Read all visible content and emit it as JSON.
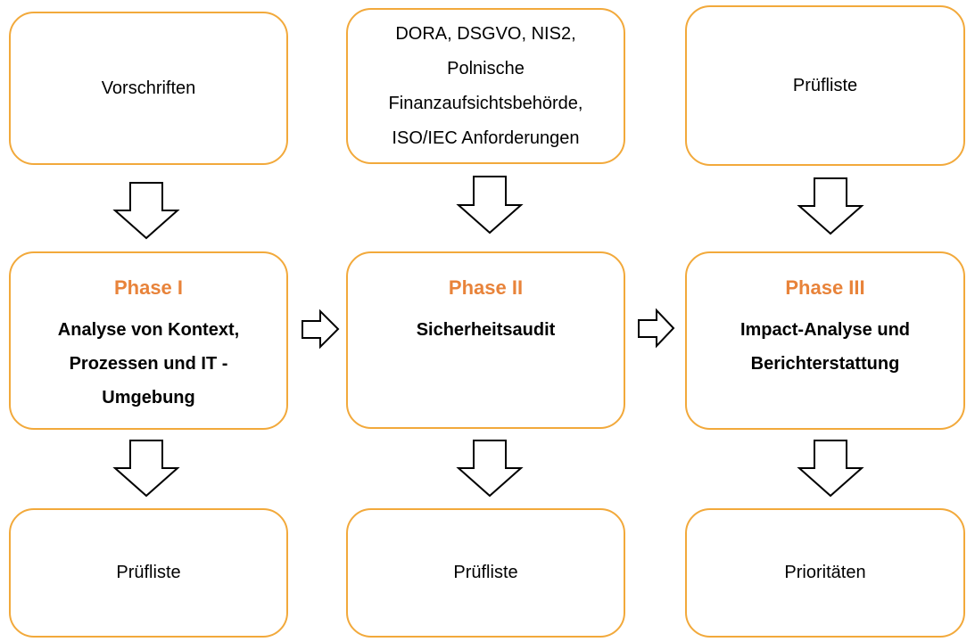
{
  "inputs": {
    "left": "Vorschriften",
    "middle": "DORA, DSGVO, NIS2, Polnische Finanzaufsichtsbehörde, ISO/IEC Anforderungen",
    "right": "Prüfliste"
  },
  "phases": [
    {
      "title": "Phase I",
      "description": "Analyse von Kontext, Prozessen und IT - Umgebung"
    },
    {
      "title": "Phase II",
      "description": "Sicherheitsaudit"
    },
    {
      "title": "Phase III",
      "description": "Impact-Analyse und Berichterstattung"
    }
  ],
  "outputs": {
    "left": "Prüfliste",
    "middle": "Prüfliste",
    "right": "Prioritäten"
  },
  "colors": {
    "box_border": "#f2a93b",
    "phase_title": "#e8833a",
    "arrow_stroke": "#000000"
  }
}
